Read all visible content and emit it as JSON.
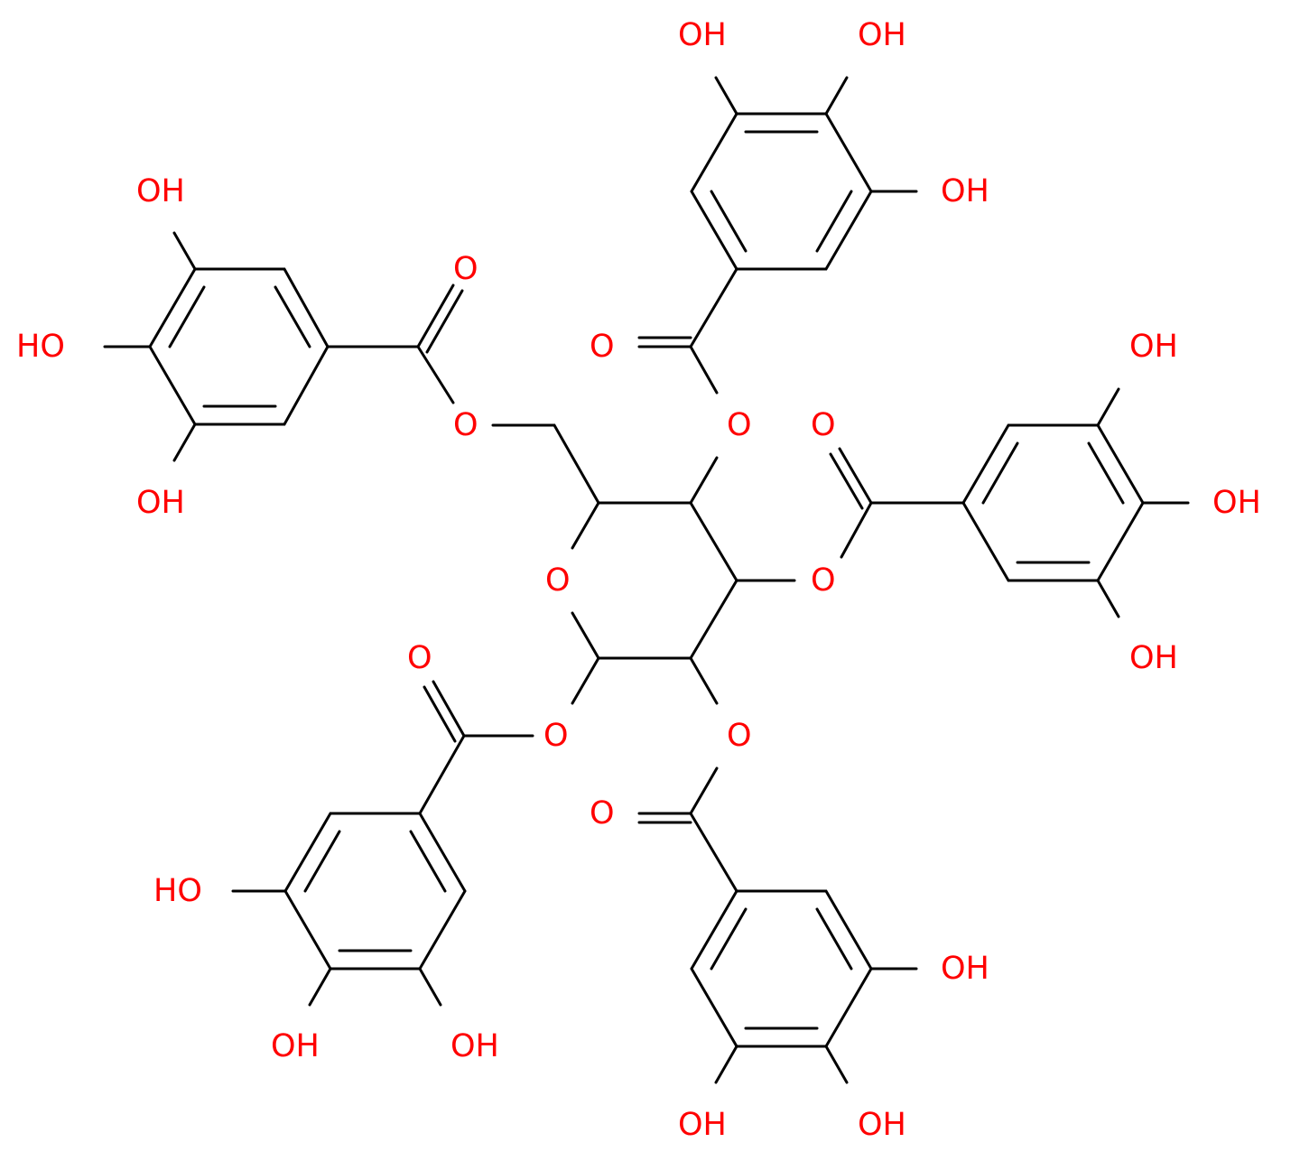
{
  "structure": {
    "label_color": "#ff0000",
    "bond_color": "#000000",
    "labels": {
      "oh": "OH",
      "ho": "HO",
      "o": "O"
    }
  }
}
